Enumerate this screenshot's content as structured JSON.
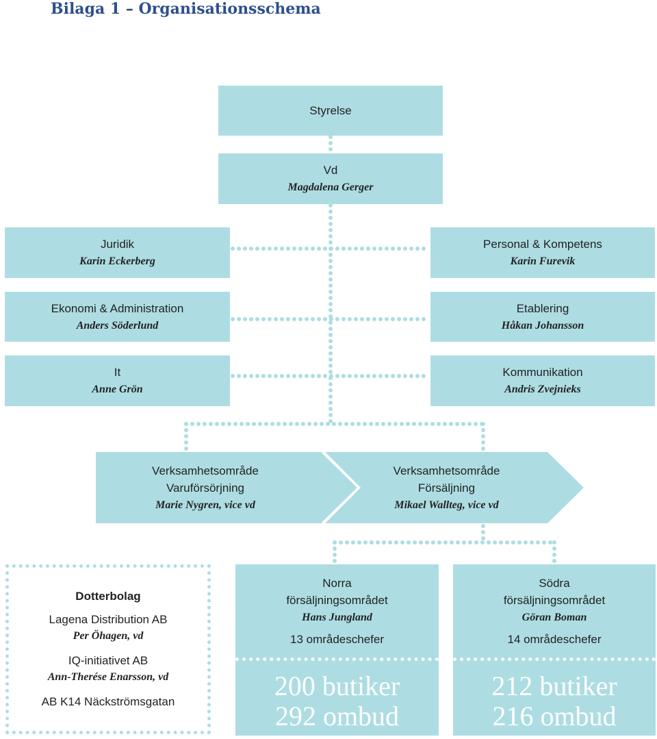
{
  "heading": "Bilaga 1 – Organisationsschema",
  "board": {
    "name": "Styrelse"
  },
  "ceo": {
    "name": "Vd",
    "person": "Magdalena Gerger"
  },
  "staff_left": [
    {
      "name": "Juridik",
      "person": "Karin Eckerberg"
    },
    {
      "name": "Ekonomi & Administration",
      "person": "Anders Söderlund"
    },
    {
      "name": "It",
      "person": "Anne Grön"
    }
  ],
  "staff_right": [
    {
      "name": "Personal & Kompetens",
      "person": "Karin Furevik"
    },
    {
      "name": "Etablering",
      "person": "Håkan Johansson"
    },
    {
      "name": "Kommunikation",
      "person": "Andris Zvejnieks"
    }
  ],
  "business_areas": [
    {
      "line1": "Verksamhetsområde",
      "line2": "Varuförsörjning",
      "person": "Marie Nygren, vice vd"
    },
    {
      "line1": "Verksamhetsområde",
      "line2": "Försäljning",
      "person": "Mikael Wallteg, vice vd"
    }
  ],
  "subsidiaries": {
    "heading": "Dotterbolag",
    "items": [
      {
        "name": "Lagena Distribution AB",
        "person": "Per Öhagen, vd"
      },
      {
        "name": "IQ-initiativet AB",
        "person": "Ann-Therése Enarsson, vd"
      },
      {
        "name": "AB K14 Näckströmsgatan",
        "person": ""
      }
    ]
  },
  "regions": [
    {
      "line1": "Norra",
      "line2": "försäljningsområdet",
      "person": "Hans Jungland",
      "managers": "13 områdeschefer",
      "stores": "200 butiker",
      "agents": "292 ombud"
    },
    {
      "line1": "Södra",
      "line2": "försäljningsområdet",
      "person": "Göran Boman",
      "managers": "14 områdeschefer",
      "stores": "212 butiker",
      "agents": "216 ombud"
    }
  ],
  "colors": {
    "box": "#addde3",
    "heading": "#2e4f8c",
    "big_text": "#ffffff"
  }
}
